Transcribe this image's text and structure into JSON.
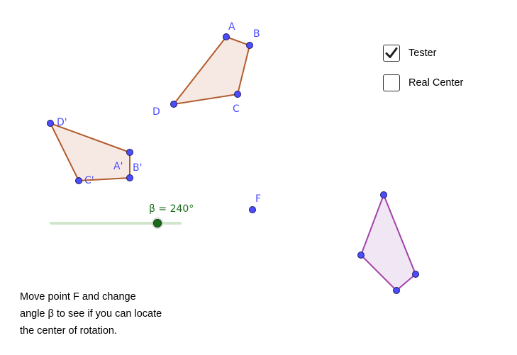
{
  "colors": {
    "point_fill": "#4d4dff",
    "point_label": "#4d4dff",
    "original_stroke": "#b35d2e",
    "original_fill": "#f6e9e3",
    "target_stroke": "#a243a8",
    "target_fill": "#f1e6f4",
    "slider_track": "#cfe6cb",
    "slider_knob": "#1a6b1a",
    "slider_label": "#1a6b1a"
  },
  "points": {
    "A": "A",
    "B": "B",
    "C": "C",
    "D": "D",
    "A_prime": "A'",
    "B_prime": "B'",
    "C_prime": "C'",
    "D_prime": "D'",
    "F": "F"
  },
  "slider": {
    "label": "β = 240°",
    "value": 240,
    "min": 0,
    "max": 360
  },
  "checkboxes": [
    {
      "label": "Tester",
      "checked": true
    },
    {
      "label": "Real Center",
      "checked": false
    }
  ],
  "instructions": [
    "Move point F and change",
    "angle β to see if you can locate",
    "the center of rotation."
  ]
}
